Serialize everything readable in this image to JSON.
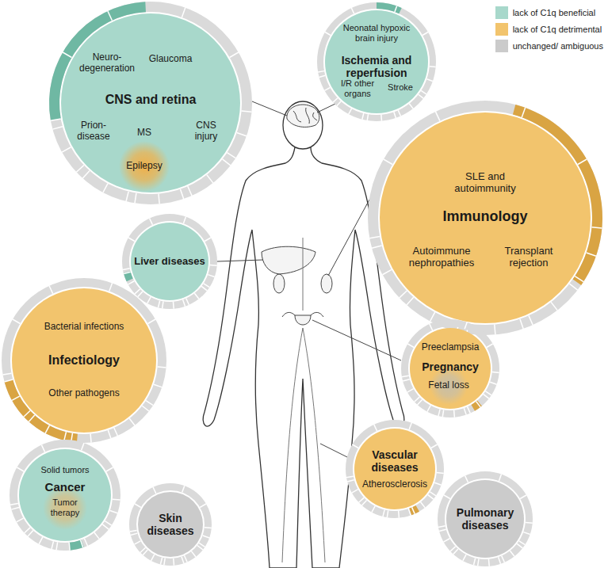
{
  "diagram": {
    "nodes": [
      {
        "text": [
          "CNS and retina",
          "Neuro- degeneration",
          "Glaucoma",
          "Prion- disease",
          "MS",
          "CNS injury",
          "Epilepsy"
        ]
      },
      {
        "text": [
          "Ischemia and reperfusion",
          "Neonatal hypoxic brain injury",
          "I/R other organs",
          "Stroke"
        ]
      },
      {
        "text": [
          "Immunology",
          "SLE and autoimmunity",
          "Autoimmune nephropathies",
          "Transplant rejection"
        ]
      },
      {
        "text": [
          "Liver diseases"
        ]
      },
      {
        "text": [
          "Infectiology",
          "Bacterial infections",
          "Other pathogens"
        ]
      },
      {
        "text": [
          "Pregnancy",
          "Preeclampsia",
          "Fetal loss"
        ]
      },
      {
        "text": [
          "Vascular diseases",
          "Atherosclerosis"
        ]
      },
      {
        "text": [
          "Cancer",
          "Solid tumors",
          "Tumor therapy"
        ]
      },
      {
        "text": [
          "Skin diseases"
        ]
      },
      {
        "text": [
          "Pulmonary diseases"
        ]
      }
    ],
    "legend": [
      {
        "text": "lack of C1q beneficial",
        "color": "#a8d8cb"
      },
      {
        "text": "lack of C1q detrimental",
        "color": "#f2c46d"
      },
      {
        "text": "unchanged/ ambiguous",
        "color": "#cbcbcb"
      }
    ]
  }
}
